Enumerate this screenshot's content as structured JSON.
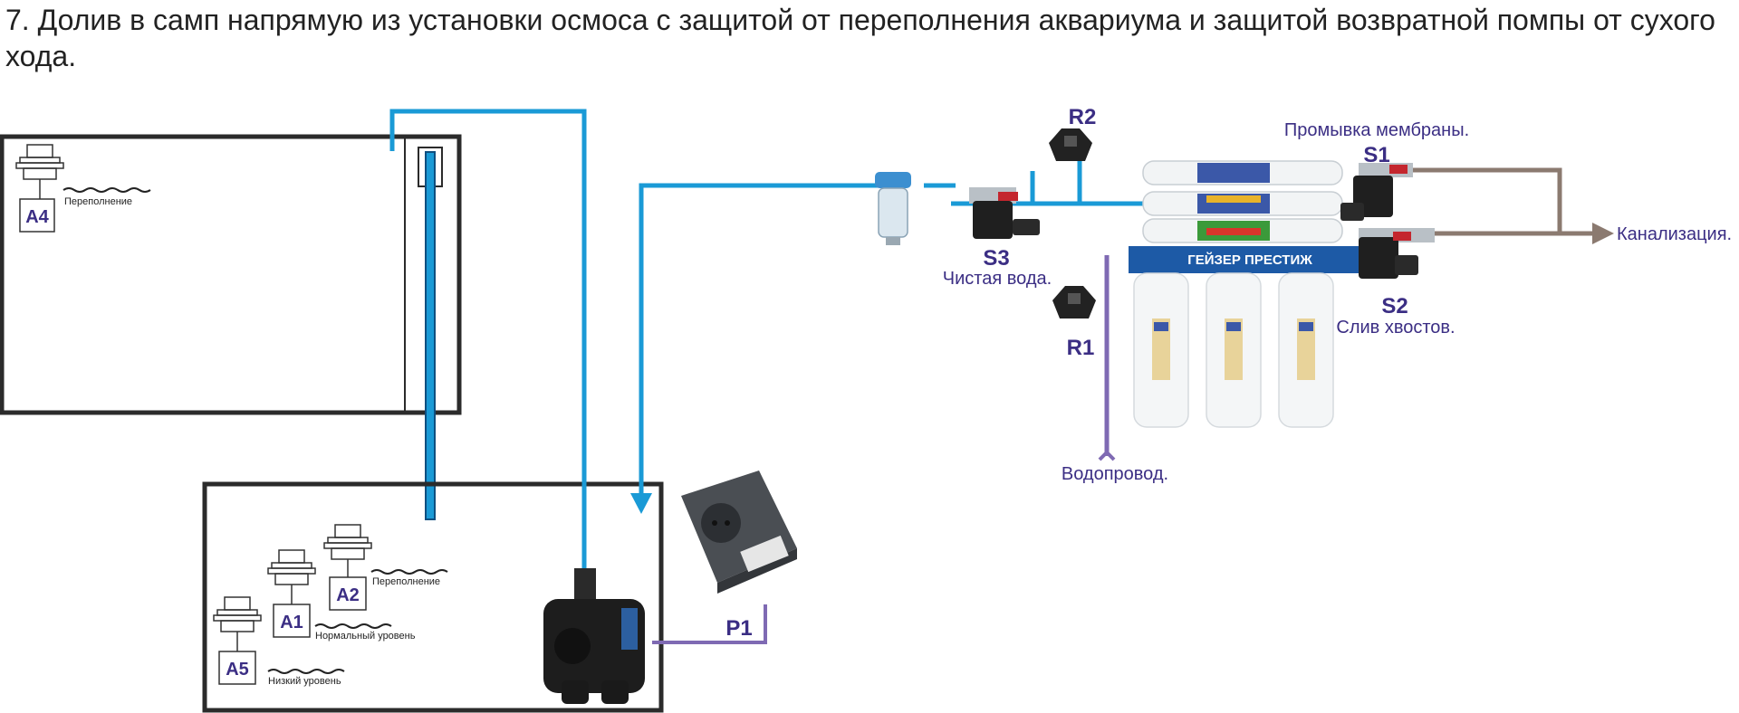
{
  "title": "7. Долив в самп напрямую из установки осмоса с защитой от переполнения аквариума и защитой возвратной помпы от сухого хода.",
  "colors": {
    "water_line": "#1a9ad6",
    "tap_line": "#7f6ab3",
    "drain_line": "#8b7a70",
    "tank_border": "#2b2b2b",
    "label": "#3b2e84"
  },
  "sensors": {
    "a4": {
      "id": "A4",
      "level_label": "Переполнение"
    },
    "a2": {
      "id": "A2",
      "level_label": "Переполнение"
    },
    "a1": {
      "id": "A1",
      "level_label": "Нормальный уровень"
    },
    "a5": {
      "id": "A5",
      "level_label": "Низкий уровень"
    }
  },
  "valves": {
    "s1": {
      "id": "S1",
      "caption": "Промывка мембраны."
    },
    "s2": {
      "id": "S2",
      "caption": "Слив хвостов."
    },
    "s3": {
      "id": "S3",
      "caption": "Чистая вода."
    }
  },
  "regulators": {
    "r1": {
      "id": "R1"
    },
    "r2": {
      "id": "R2"
    }
  },
  "pump": {
    "id": "P1"
  },
  "labels": {
    "drain": "Канализация.",
    "tap": "Водопровод.",
    "filter_brand": "ГЕЙЗЕР ПРЕСТИЖ"
  }
}
